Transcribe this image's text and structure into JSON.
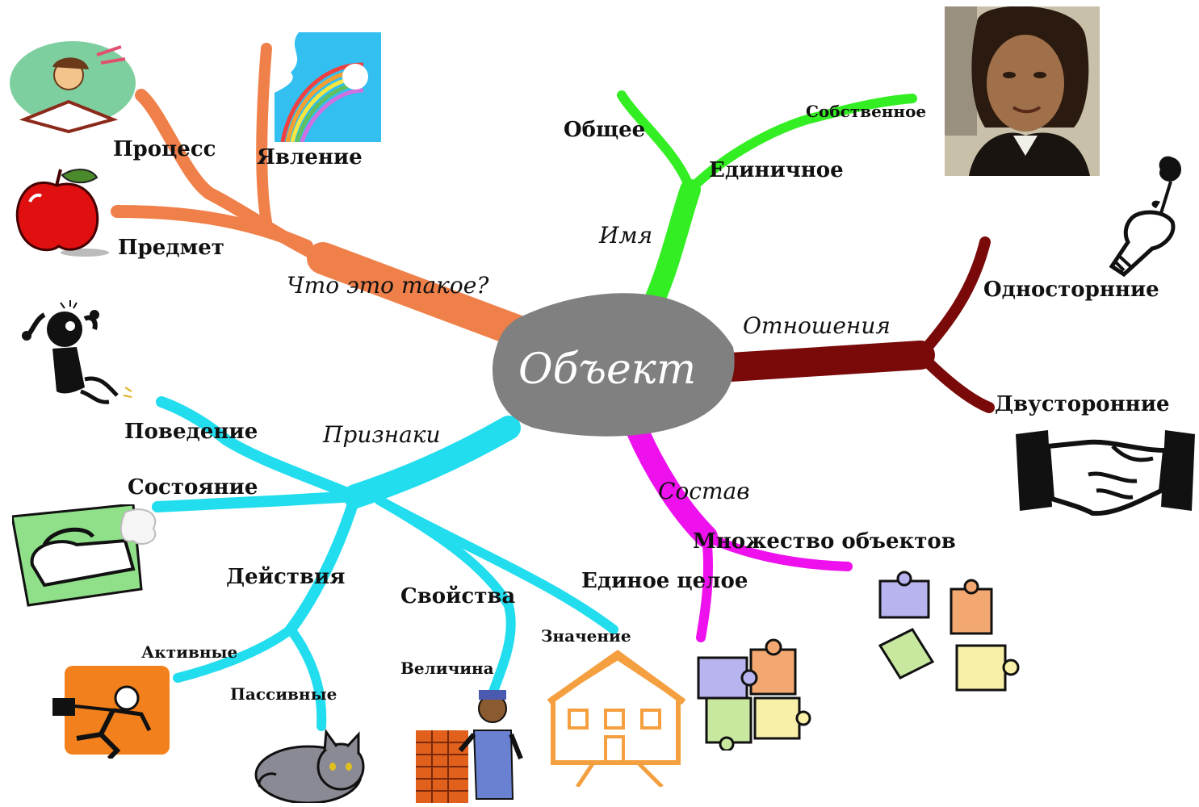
{
  "center": {
    "label": "Объект",
    "color": "#808080"
  },
  "branches": {
    "what": {
      "label": "Что это такое?",
      "color": "#f0804a",
      "children": [
        "Процесс",
        "Явление",
        "Предмет"
      ]
    },
    "name": {
      "label": "Имя",
      "color": "#33ee22",
      "children": [
        "Общее",
        "Единичное",
        "Собственное"
      ]
    },
    "relations": {
      "label": "Отношения",
      "color": "#7a0a0a",
      "children": [
        "Односторнние",
        "Двусторонние"
      ]
    },
    "features": {
      "label": "Признаки",
      "color": "#22ddee",
      "children": [
        "Поведение",
        "Состояние",
        "Действия",
        "Свойства",
        "Активные",
        "Пассивные",
        "Величина",
        "Значение"
      ]
    },
    "composition": {
      "label": "Состав",
      "color": "#ee11ee",
      "children": [
        "Множество объектов",
        "Единое целое"
      ]
    }
  },
  "icons": [
    "book-girl-icon",
    "rainbow-icon",
    "apple-icon",
    "portrait-icon",
    "rose-hand-icon",
    "handshake-icon",
    "jumping-figure-icon",
    "iron-icon",
    "running-man-icon",
    "cat-icon",
    "bricklayer-icon",
    "house-icon",
    "puzzle-icon",
    "puzzle-scattered-icon"
  ]
}
